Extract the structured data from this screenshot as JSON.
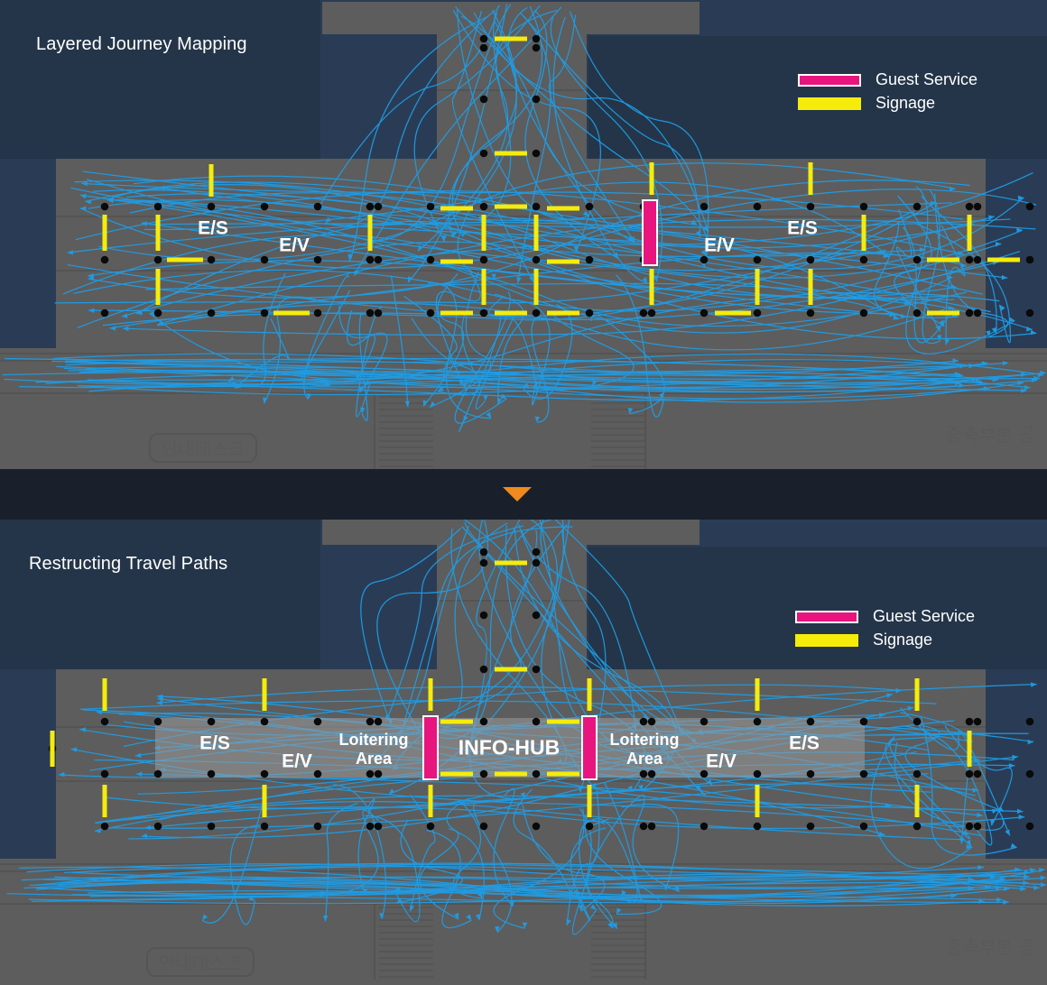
{
  "top": {
    "title": "Layered Journey Mapping",
    "legend": {
      "guest_service": "Guest Service",
      "signage": "Signage"
    },
    "labels": {
      "es_left": "E/S",
      "ev_left": "E/V",
      "ev_right": "E/V",
      "es_right": "E/S"
    },
    "floorplan_text": {
      "desk": "안내데스크",
      "extension": "증축부분  공"
    }
  },
  "bottom": {
    "title": "Restructing Travel Paths",
    "legend": {
      "guest_service": "Guest Service",
      "signage": "Signage"
    },
    "labels": {
      "es_left": "E/S",
      "ev_left": "E/V",
      "loiter_left_1": "Loitering",
      "loiter_left_2": "Area",
      "info_hub": "INFO-HUB",
      "loiter_right_1": "Loitering",
      "loiter_right_2": "Area",
      "ev_right": "E/V",
      "es_right": "E/S"
    },
    "floorplan_text": {
      "desk": "안내데스크",
      "extension": "증축부분  공"
    }
  },
  "colors": {
    "background": "#2a3c55",
    "floor": "#5d5d5d",
    "path": "#1e9ee8",
    "guest_service": "#e8157e",
    "signage": "#f5ec0c",
    "column": "#0a0a0a",
    "arrow": "#f08a1c"
  }
}
